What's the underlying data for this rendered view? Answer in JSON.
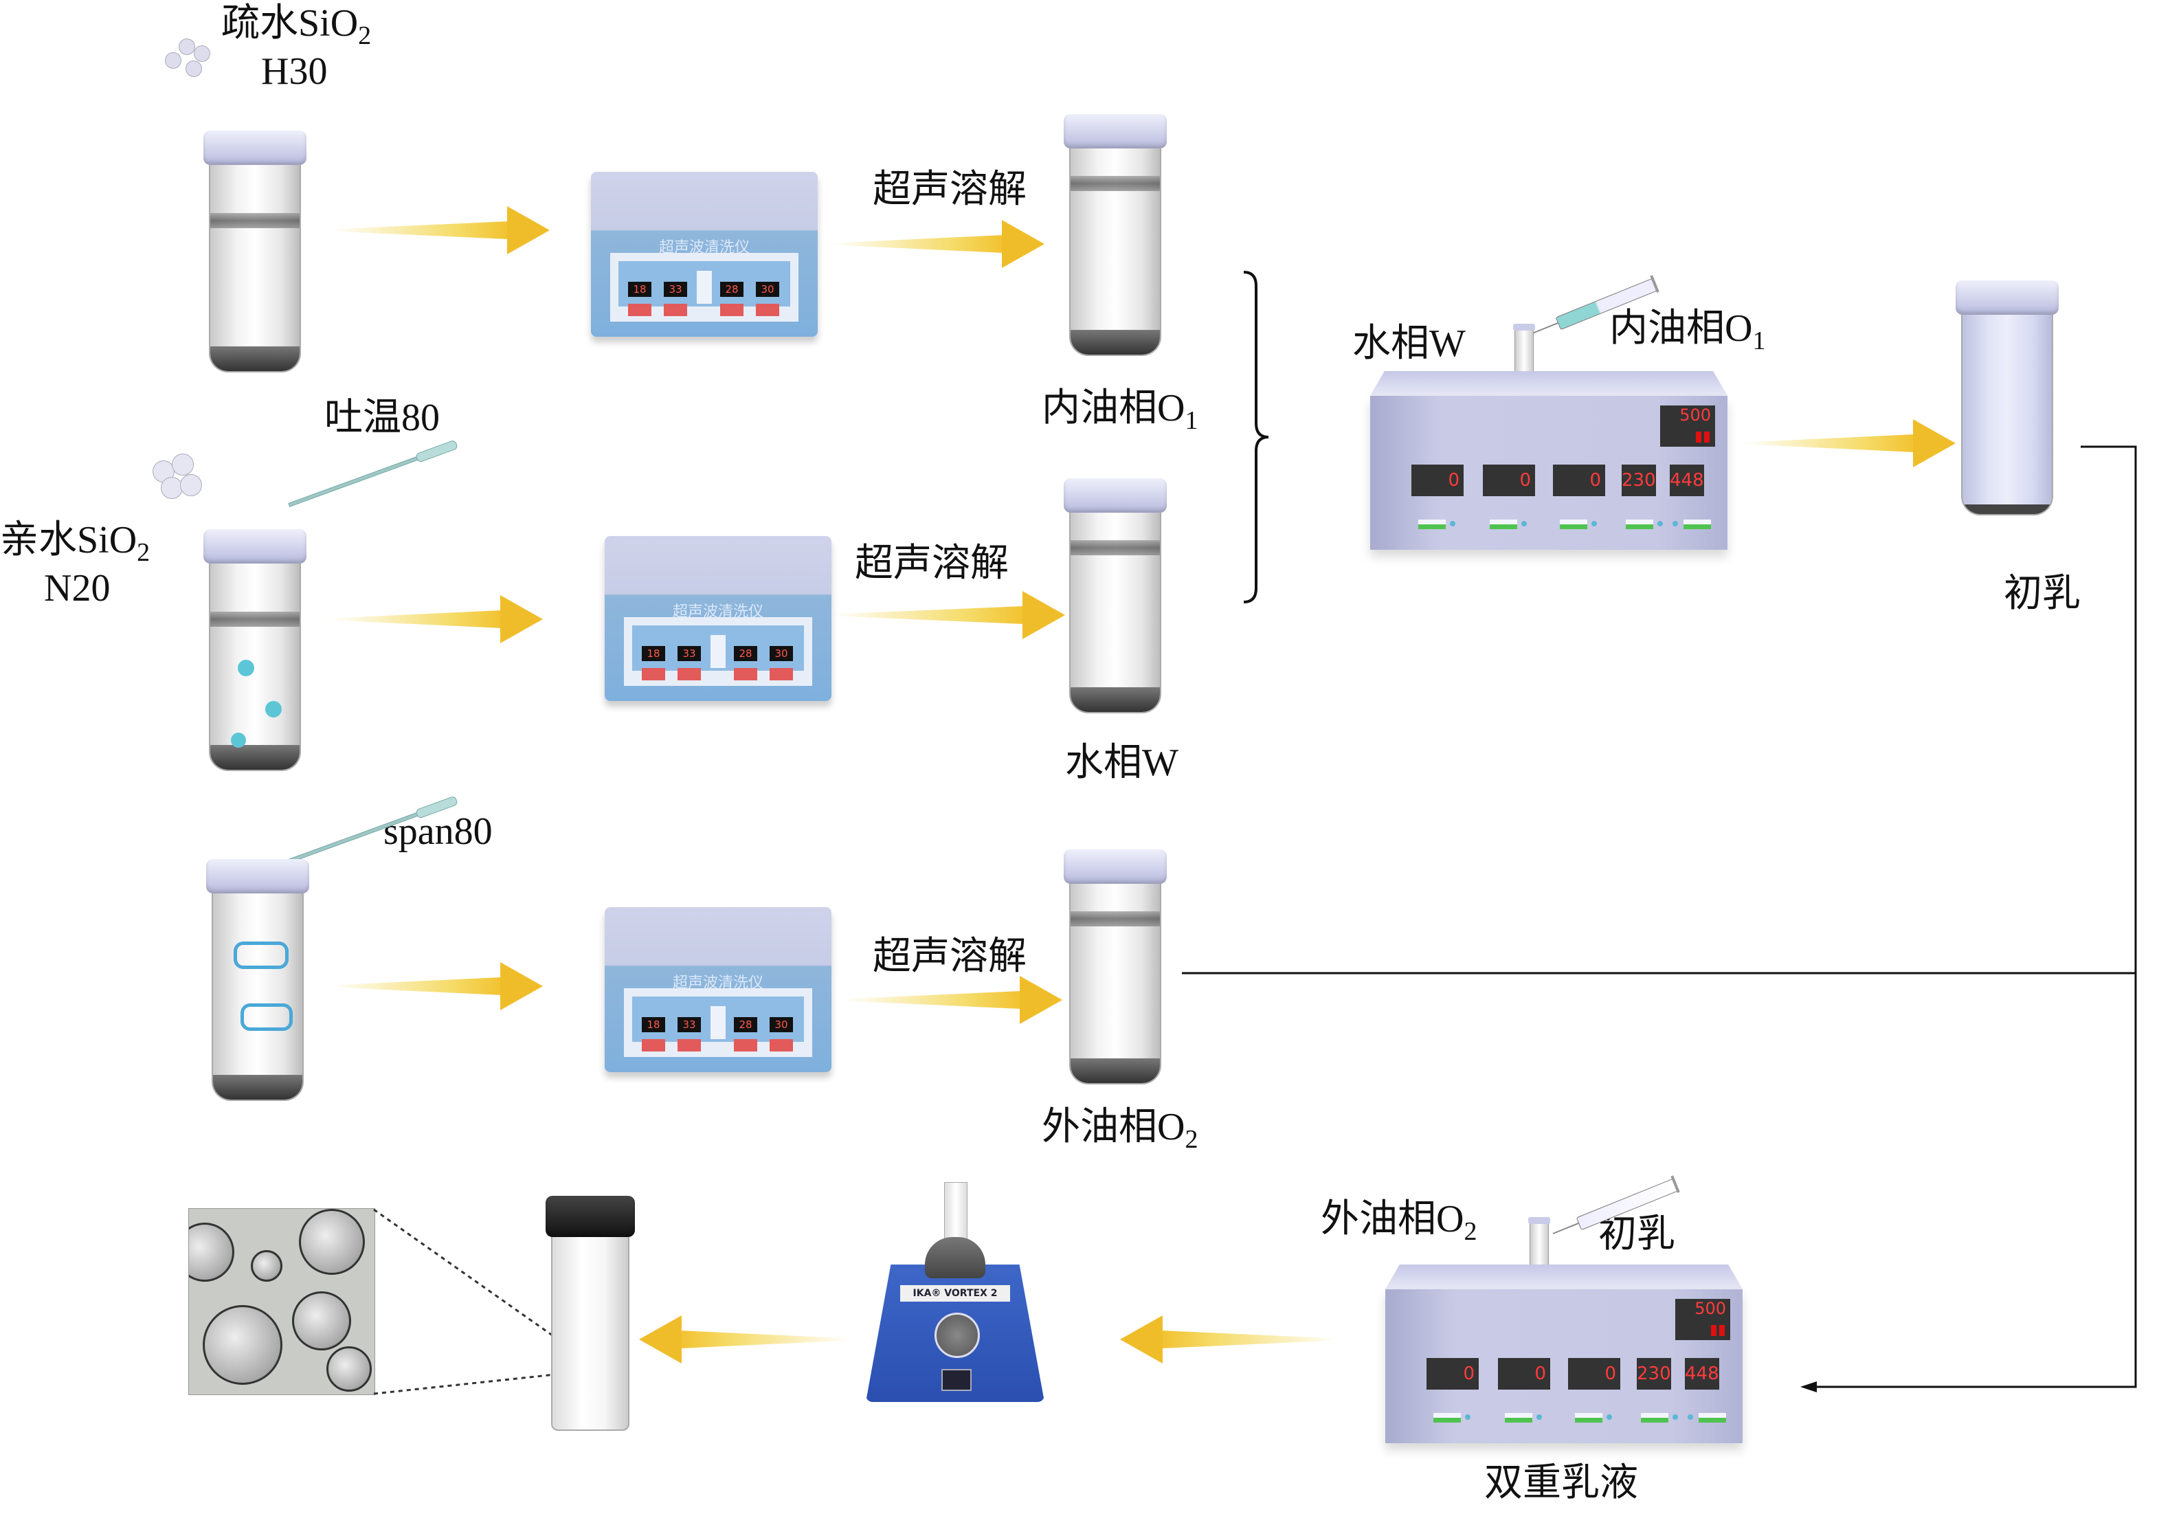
{
  "labels": {
    "hydrophobic_silica": {
      "text": "疏水SiO",
      "sub": "2"
    },
    "hydrophobic_grade": "H30",
    "tween": "吐温80",
    "hydrophilic_silica": {
      "text": "亲水SiO",
      "sub": "2"
    },
    "hydrophilic_grade": "N20",
    "span": "span80",
    "ultrasonic_1": "超声溶解",
    "ultrasonic_2": "超声溶解",
    "ultrasonic_3": "超声溶解",
    "inner_oil": {
      "text": "内油相O",
      "sub": "1"
    },
    "water_phase": "水相W",
    "outer_oil": {
      "text": "外油相O",
      "sub": "2"
    },
    "stirrer1_water": "水相W",
    "stirrer1_oil": {
      "text": "内油相O",
      "sub": "1"
    },
    "primary_emulsion": "初乳",
    "stirrer2_oil": {
      "text": "外油相O",
      "sub": "2"
    },
    "stirrer2_primary": "初乳",
    "double_emulsion": "双重乳液"
  },
  "ultrasonic_cleaner": {
    "name": "超声波清洗仪",
    "displays": [
      "18",
      "33",
      "28",
      "30"
    ]
  },
  "stirrer": {
    "main_display": "500",
    "displays": [
      "0",
      "0",
      "0",
      "230",
      "448"
    ]
  },
  "vortex": {
    "brand": "IKA® VORTEX 2"
  },
  "colors": {
    "arrow": "#f0bd2a",
    "cap": "#c9cbe8",
    "sonic": "#8fbce4",
    "stirrer": "#c6c8e4",
    "vortex": "#2f55b8"
  }
}
